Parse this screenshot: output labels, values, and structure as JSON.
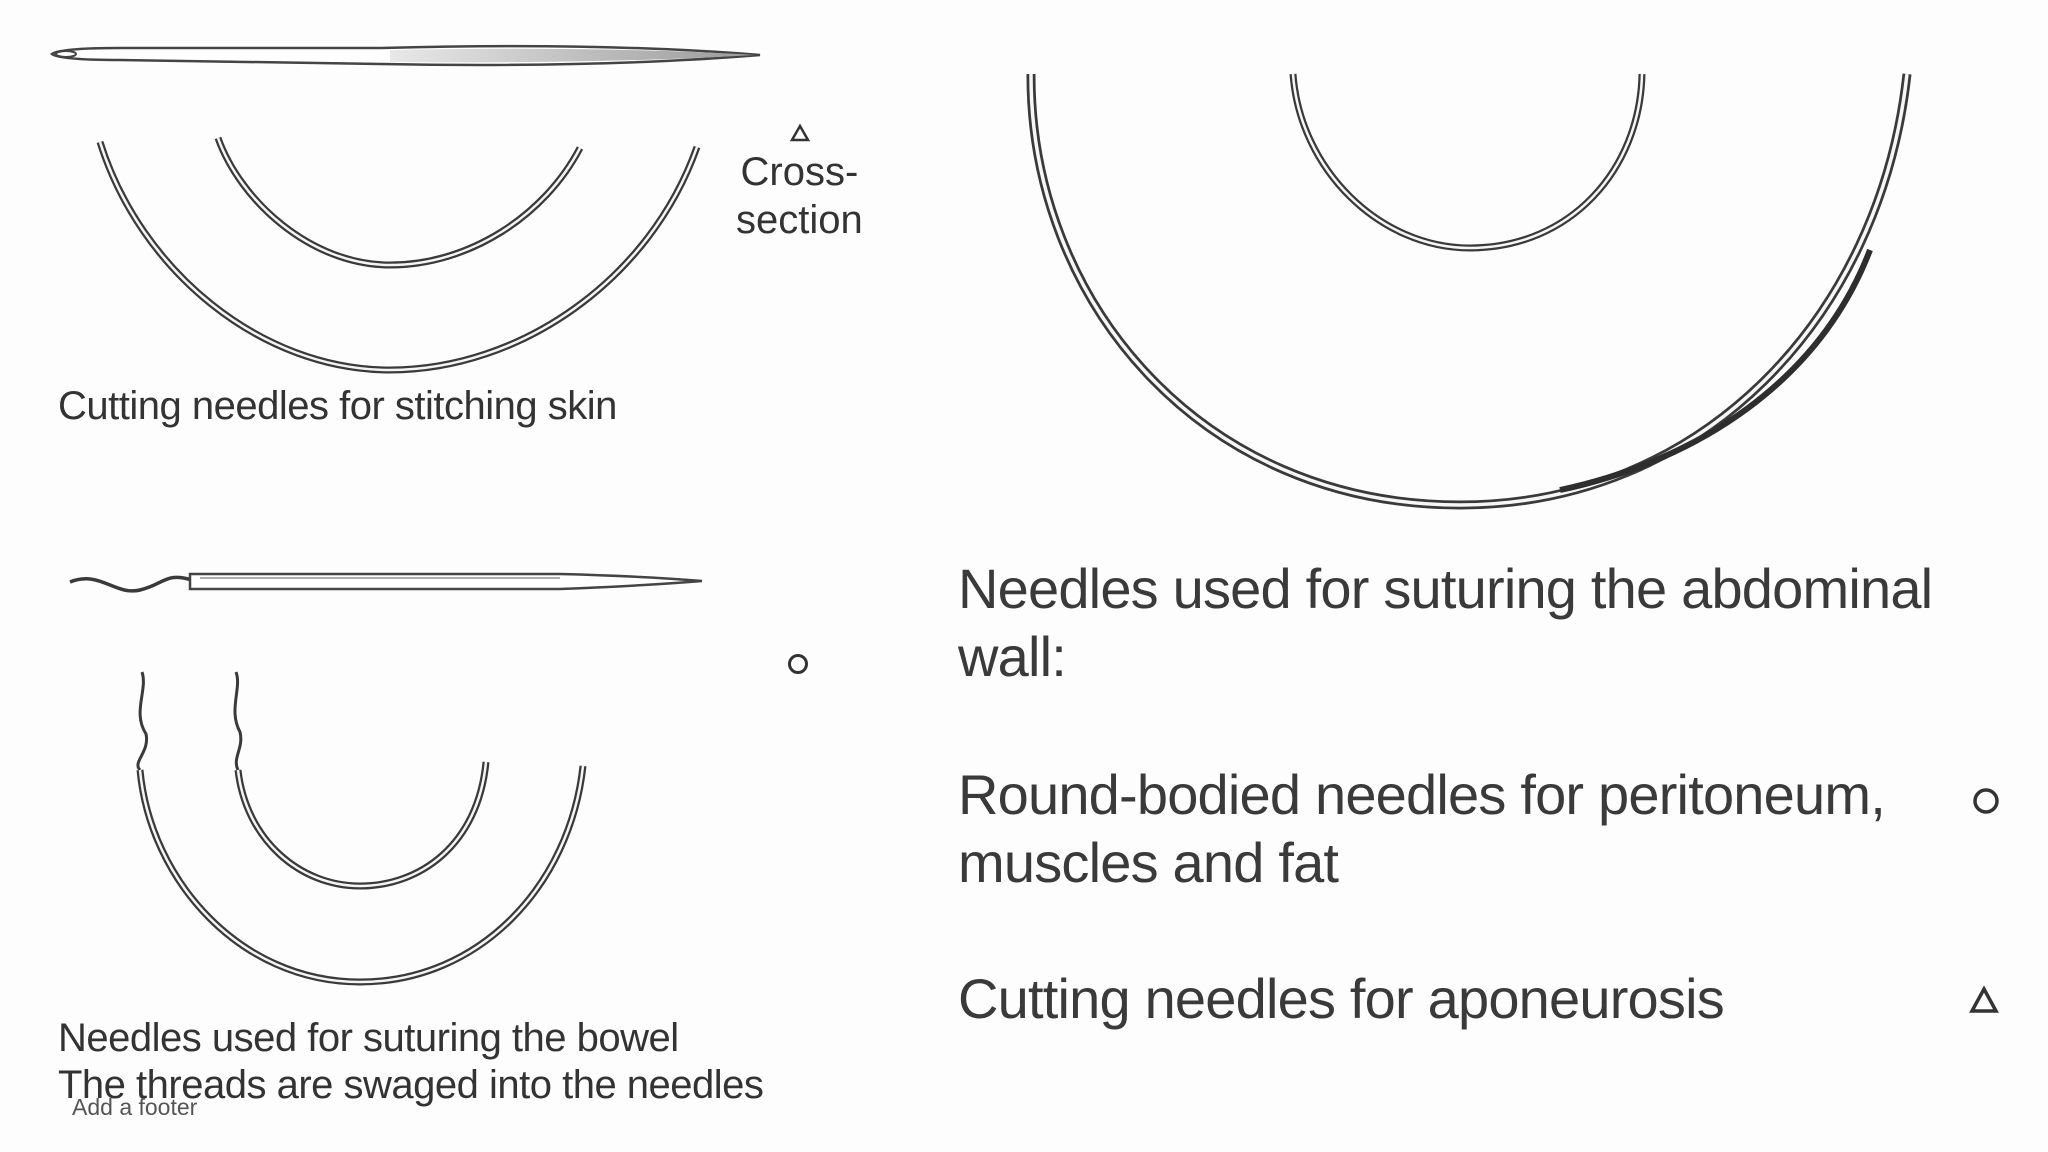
{
  "left_top": {
    "cross_section_line1": "Cross-",
    "cross_section_line2": "section",
    "caption": "Cutting needles for stitching skin",
    "cross_section_symbol": "triangle-icon"
  },
  "left_bottom": {
    "caption_line1": "Needles used for suturing the bowel",
    "caption_line2": "The threads are swaged into the needles",
    "cross_section_symbol": "circle-icon"
  },
  "right": {
    "heading_line1": "Needles used for suturing the abdominal",
    "heading_line2": "wall:",
    "round_line1": "Round-bodied needles for peritoneum,",
    "round_line2": "muscles and fat",
    "round_symbol": "circle-icon",
    "cutting_text": "Cutting needles for aponeurosis",
    "cutting_symbol": "triangle-icon"
  },
  "footer": {
    "text": "Add a footer"
  },
  "colors": {
    "line": "#3a3a3a",
    "shade": "#bdbdbd",
    "background": "#fdfdfd"
  }
}
